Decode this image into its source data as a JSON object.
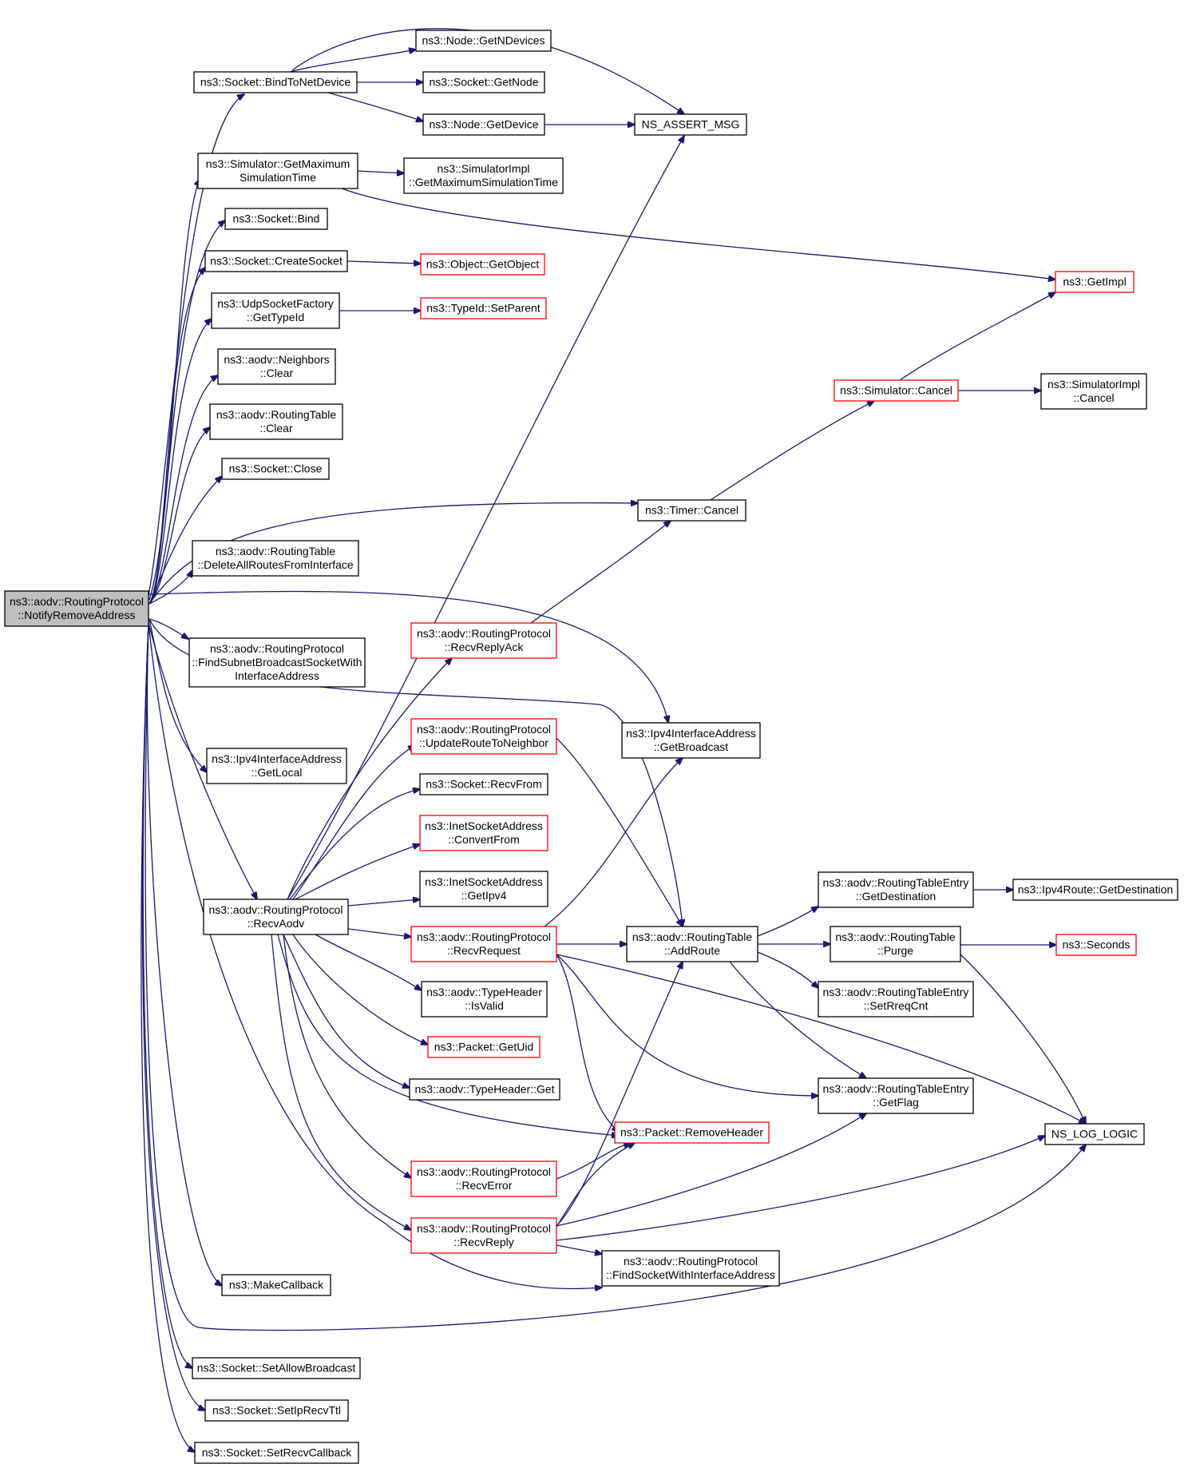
{
  "colors": {
    "edge": "#191970",
    "border_normal": "#000000",
    "border_truncated": "#ff0000",
    "fill_normal": "#ffffff",
    "fill_root": "#bfbfbf"
  },
  "nodes": [
    {
      "id": "root",
      "lines": [
        "ns3::aodv::RoutingProtocol",
        "::NotifyRemoveAddress"
      ],
      "style": "root"
    },
    {
      "id": "bind_net",
      "lines": [
        "ns3::Socket::BindToNetDevice"
      ],
      "style": "normal"
    },
    {
      "id": "getndev",
      "lines": [
        "ns3::Node::GetNDevices"
      ],
      "style": "normal"
    },
    {
      "id": "getnode",
      "lines": [
        "ns3::Socket::GetNode"
      ],
      "style": "normal"
    },
    {
      "id": "getdev",
      "lines": [
        "ns3::Node::GetDevice"
      ],
      "style": "normal"
    },
    {
      "id": "assert",
      "lines": [
        "NS_ASSERT_MSG"
      ],
      "style": "normal"
    },
    {
      "id": "simmax",
      "lines": [
        "ns3::Simulator::GetMaximum",
        "SimulationTime"
      ],
      "style": "normal"
    },
    {
      "id": "simimplmax",
      "lines": [
        "ns3::SimulatorImpl",
        "::GetMaximumSimulationTime"
      ],
      "style": "normal"
    },
    {
      "id": "bind",
      "lines": [
        "ns3::Socket::Bind"
      ],
      "style": "normal"
    },
    {
      "id": "create",
      "lines": [
        "ns3::Socket::CreateSocket"
      ],
      "style": "normal"
    },
    {
      "id": "getobj",
      "lines": [
        "ns3::Object::GetObject"
      ],
      "style": "truncated"
    },
    {
      "id": "getimpl",
      "lines": [
        "ns3::GetImpl"
      ],
      "style": "truncated"
    },
    {
      "id": "udptid",
      "lines": [
        "ns3::UdpSocketFactory",
        "::GetTypeId"
      ],
      "style": "normal"
    },
    {
      "id": "setparent",
      "lines": [
        "ns3::TypeId::SetParent"
      ],
      "style": "truncated"
    },
    {
      "id": "nbclear",
      "lines": [
        "ns3::aodv::Neighbors",
        "::Clear"
      ],
      "style": "normal"
    },
    {
      "id": "simcancel",
      "lines": [
        "ns3::Simulator::Cancel"
      ],
      "style": "truncated"
    },
    {
      "id": "simimplcancel",
      "lines": [
        "ns3::SimulatorImpl",
        "::Cancel"
      ],
      "style": "normal"
    },
    {
      "id": "rtclear",
      "lines": [
        "ns3::aodv::RoutingTable",
        "::Clear"
      ],
      "style": "normal"
    },
    {
      "id": "close",
      "lines": [
        "ns3::Socket::Close"
      ],
      "style": "normal"
    },
    {
      "id": "timercancel",
      "lines": [
        "ns3::Timer::Cancel"
      ],
      "style": "normal"
    },
    {
      "id": "delall",
      "lines": [
        "ns3::aodv::RoutingTable",
        "::DeleteAllRoutesFromInterface"
      ],
      "style": "normal"
    },
    {
      "id": "recvack",
      "lines": [
        "ns3::aodv::RoutingProtocol",
        "::RecvReplyAck"
      ],
      "style": "truncated"
    },
    {
      "id": "findsub",
      "lines": [
        "ns3::aodv::RoutingProtocol",
        "::FindSubnetBroadcastSocketWith",
        "InterfaceAddress"
      ],
      "style": "normal"
    },
    {
      "id": "updroute",
      "lines": [
        "ns3::aodv::RoutingProtocol",
        "::UpdateRouteToNeighbor"
      ],
      "style": "truncated"
    },
    {
      "id": "getbcast",
      "lines": [
        "ns3::Ipv4InterfaceAddress",
        "::GetBroadcast"
      ],
      "style": "normal"
    },
    {
      "id": "getlocal",
      "lines": [
        "ns3::Ipv4InterfaceAddress",
        "::GetLocal"
      ],
      "style": "normal"
    },
    {
      "id": "recvfrom",
      "lines": [
        "ns3::Socket::RecvFrom"
      ],
      "style": "normal"
    },
    {
      "id": "convfrom",
      "lines": [
        "ns3::InetSocketAddress",
        "::ConvertFrom"
      ],
      "style": "truncated"
    },
    {
      "id": "rtegetdest",
      "lines": [
        "ns3::aodv::RoutingTableEntry",
        "::GetDestination"
      ],
      "style": "normal"
    },
    {
      "id": "ipv4getdest",
      "lines": [
        "ns3::Ipv4Route::GetDestination"
      ],
      "style": "normal"
    },
    {
      "id": "recvaodv",
      "lines": [
        "ns3::aodv::RoutingProtocol",
        "::RecvAodv"
      ],
      "style": "normal"
    },
    {
      "id": "getipv4",
      "lines": [
        "ns3::InetSocketAddress",
        "::GetIpv4"
      ],
      "style": "normal"
    },
    {
      "id": "recvreq",
      "lines": [
        "ns3::aodv::RoutingProtocol",
        "::RecvRequest"
      ],
      "style": "truncated"
    },
    {
      "id": "addroute",
      "lines": [
        "ns3::aodv::RoutingTable",
        "::AddRoute"
      ],
      "style": "normal"
    },
    {
      "id": "purge",
      "lines": [
        "ns3::aodv::RoutingTable",
        "::Purge"
      ],
      "style": "normal"
    },
    {
      "id": "seconds",
      "lines": [
        "ns3::Seconds"
      ],
      "style": "truncated"
    },
    {
      "id": "isvalid",
      "lines": [
        "ns3::aodv::TypeHeader",
        "::IsValid"
      ],
      "style": "normal"
    },
    {
      "id": "setrreq",
      "lines": [
        "ns3::aodv::RoutingTableEntry",
        "::SetRreqCnt"
      ],
      "style": "normal"
    },
    {
      "id": "getuid",
      "lines": [
        "ns3::Packet::GetUid"
      ],
      "style": "truncated"
    },
    {
      "id": "thget",
      "lines": [
        "ns3::aodv::TypeHeader::Get"
      ],
      "style": "normal"
    },
    {
      "id": "getflag",
      "lines": [
        "ns3::aodv::RoutingTableEntry",
        "::GetFlag"
      ],
      "style": "normal"
    },
    {
      "id": "removehdr",
      "lines": [
        "ns3::Packet::RemoveHeader"
      ],
      "style": "truncated"
    },
    {
      "id": "nslog",
      "lines": [
        "NS_LOG_LOGIC"
      ],
      "style": "normal"
    },
    {
      "id": "recverr",
      "lines": [
        "ns3::aodv::RoutingProtocol",
        "::RecvError"
      ],
      "style": "truncated"
    },
    {
      "id": "recvreply",
      "lines": [
        "ns3::aodv::RoutingProtocol",
        "::RecvReply"
      ],
      "style": "truncated"
    },
    {
      "id": "findsock",
      "lines": [
        "ns3::aodv::RoutingProtocol",
        "::FindSocketWithInterfaceAddress"
      ],
      "style": "normal"
    },
    {
      "id": "makecb",
      "lines": [
        "ns3::MakeCallback"
      ],
      "style": "normal"
    },
    {
      "id": "setbcast",
      "lines": [
        "ns3::Socket::SetAllowBroadcast"
      ],
      "style": "normal"
    },
    {
      "id": "setttl",
      "lines": [
        "ns3::Socket::SetIpRecvTtl"
      ],
      "style": "normal"
    },
    {
      "id": "setrecv",
      "lines": [
        "ns3::Socket::SetRecvCallback"
      ],
      "style": "normal"
    }
  ]
}
